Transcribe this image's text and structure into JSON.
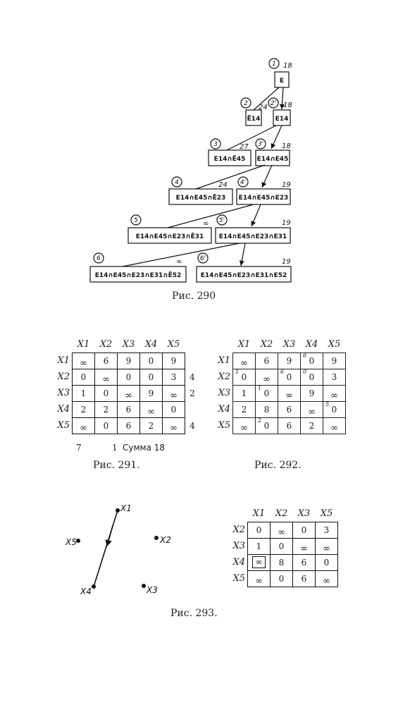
{
  "fig290": {
    "caption": "Рис. 290",
    "nodes": [
      {
        "num": "1",
        "value": "18",
        "label": "E"
      },
      {
        "num": "2",
        "value": "24",
        "label": "Ē14"
      },
      {
        "num": "2'",
        "value": "18",
        "label": "E14"
      },
      {
        "num": "3",
        "value": "27",
        "label": "E14∩Ē45"
      },
      {
        "num": "3'",
        "value": "18",
        "label": "E14∩E45"
      },
      {
        "num": "4",
        "value": "24",
        "label": "E14∩E45∩Ē23"
      },
      {
        "num": "4'",
        "value": "19",
        "label": "E14∩E45∩E23"
      },
      {
        "num": "5",
        "value": "∞",
        "label": "E14∩E45∩E23∩Ē31"
      },
      {
        "num": "5'",
        "value": "19",
        "label": "E14∩E45∩E23∩E31"
      },
      {
        "num": "6",
        "value": "∞",
        "label": "E14∩E45∩E23∩E31∩Ē52"
      },
      {
        "num": "6'",
        "value": "19",
        "label": "E14∩E45∩E23∩E31∩E52"
      }
    ]
  },
  "fig291": {
    "caption": "Рис. 291.",
    "cols": [
      "X1",
      "X2",
      "X3",
      "X4",
      "X5"
    ],
    "rows": [
      {
        "label": "X1",
        "cells": [
          "∞",
          "6",
          "9",
          "0",
          "9"
        ],
        "side": ""
      },
      {
        "label": "X2",
        "cells": [
          "0",
          "∞",
          "0",
          "0",
          "3"
        ],
        "side": "4"
      },
      {
        "label": "X3",
        "cells": [
          "1",
          "0",
          "∞",
          "9",
          "∞"
        ],
        "side": "2"
      },
      {
        "label": "X4",
        "cells": [
          "2",
          "2",
          "6",
          "∞",
          "0"
        ],
        "side": ""
      },
      {
        "label": "X5",
        "cells": [
          "∞",
          "0",
          "6",
          "2",
          "∞"
        ],
        "side": "4"
      }
    ],
    "bottom": [
      "7",
      "",
      "1",
      "Сумма 18"
    ]
  },
  "fig292": {
    "caption": "Рис. 292.",
    "cols": [
      "X1",
      "X2",
      "X3",
      "X4",
      "X5"
    ],
    "rows": [
      {
        "label": "X1",
        "cells": [
          {
            "v": "∞",
            "s": ""
          },
          {
            "v": "6",
            "s": ""
          },
          {
            "v": "9",
            "s": ""
          },
          {
            "v": "0",
            "s": "6"
          },
          {
            "v": "9",
            "s": ""
          }
        ]
      },
      {
        "label": "X2",
        "cells": [
          {
            "v": "0",
            "s": "1"
          },
          {
            "v": "∞",
            "s": ""
          },
          {
            "v": "0",
            "s": "6"
          },
          {
            "v": "0",
            "s": "0"
          },
          {
            "v": "3",
            "s": ""
          }
        ]
      },
      {
        "label": "X3",
        "cells": [
          {
            "v": "1",
            "s": ""
          },
          {
            "v": "0",
            "s": "1"
          },
          {
            "v": "∞",
            "s": ""
          },
          {
            "v": "9",
            "s": ""
          },
          {
            "v": "∞",
            "s": ""
          }
        ]
      },
      {
        "label": "X4",
        "cells": [
          {
            "v": "2",
            "s": ""
          },
          {
            "v": "8",
            "s": ""
          },
          {
            "v": "6",
            "s": ""
          },
          {
            "v": "∞",
            "s": ""
          },
          {
            "v": "0",
            "s": "5"
          }
        ]
      },
      {
        "label": "X5",
        "cells": [
          {
            "v": "∞",
            "s": ""
          },
          {
            "v": "0",
            "s": "2"
          },
          {
            "v": "6",
            "s": ""
          },
          {
            "v": "2",
            "s": ""
          },
          {
            "v": "∞",
            "s": ""
          }
        ]
      }
    ]
  },
  "fig293": {
    "caption": "Рис. 293.",
    "points": [
      "X1",
      "X2",
      "X3",
      "X4",
      "X5"
    ],
    "cols": [
      "X1",
      "X2",
      "X3",
      "X5"
    ],
    "rows": [
      {
        "label": "X2",
        "cells": [
          "0",
          "∞",
          "0",
          "3"
        ]
      },
      {
        "label": "X3",
        "cells": [
          "1",
          "0",
          "∞",
          "∞"
        ]
      },
      {
        "label": "X4",
        "cells": [
          "∞",
          "8",
          "6",
          "0"
        ]
      },
      {
        "label": "X5",
        "cells": [
          "∞",
          "0",
          "6",
          "∞"
        ]
      }
    ]
  }
}
